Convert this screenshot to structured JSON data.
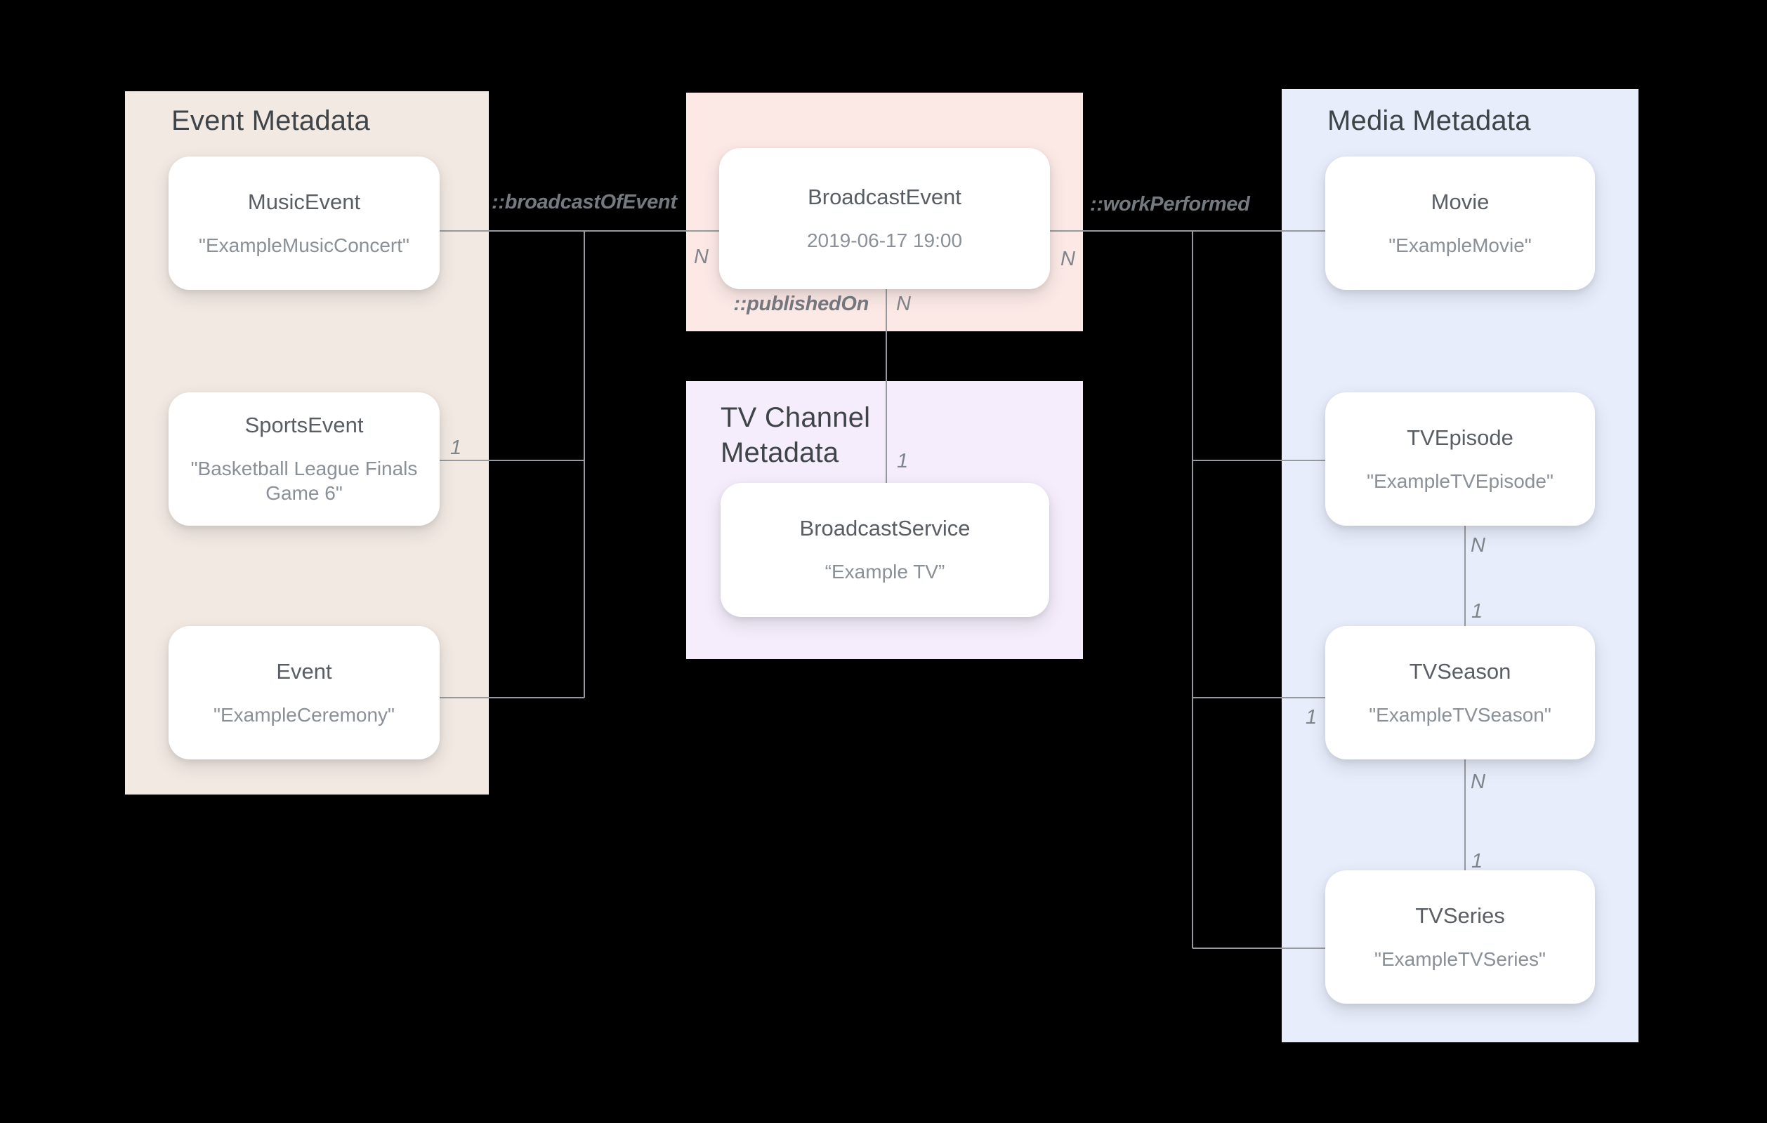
{
  "panels": {
    "event": {
      "title": "Event Metadata",
      "color": "#f2e9e2"
    },
    "broadcast": {
      "title": "",
      "color": "#fce9e6"
    },
    "tv_channel": {
      "title": "TV Channel Metadata",
      "color": "#f5edfb"
    },
    "media": {
      "title": "Media Metadata",
      "color": "#e8edfb"
    }
  },
  "entities": {
    "music_event": {
      "title": "MusicEvent",
      "value": "\"ExampleMusicConcert\""
    },
    "sports_event": {
      "title": "SportsEvent",
      "value": "\"Basketball League Finals Game 6\""
    },
    "event": {
      "title": "Event",
      "value": "\"ExampleCeremony\""
    },
    "broadcast_event": {
      "title": "BroadcastEvent",
      "value": "2019-06-17 19:00"
    },
    "broadcast_service": {
      "title": "BroadcastService",
      "value": "“Example TV”"
    },
    "movie": {
      "title": "Movie",
      "value": "\"ExampleMovie\""
    },
    "tv_episode": {
      "title": "TVEpisode",
      "value": "\"ExampleTVEpisode\""
    },
    "tv_season": {
      "title": "TVSeason",
      "value": "\"ExampleTVSeason\""
    },
    "tv_series": {
      "title": "TVSeries",
      "value": "\"ExampleTVSeries\""
    }
  },
  "relationships": {
    "broadcast_of_event": "::broadcastOfEvent",
    "work_performed": "::workPerformed",
    "published_on": "::publishedOn"
  },
  "cardinalities": {
    "broadcast_left_n": "N",
    "broadcast_right_n": "N",
    "published_on_n": "N",
    "published_on_1": "1",
    "sports_event_1": "1",
    "tv_season_1": "1",
    "episode_season_n": "N",
    "episode_season_1": "1",
    "season_series_n": "N",
    "season_series_1": "1"
  },
  "colors": {
    "background": "#000000",
    "connector": "#96999d",
    "card": "#ffffff",
    "panel_title_text": "#3f4448",
    "card_title_text": "#595e64",
    "card_value_text": "#8a9097",
    "label_text": "#757a80"
  }
}
